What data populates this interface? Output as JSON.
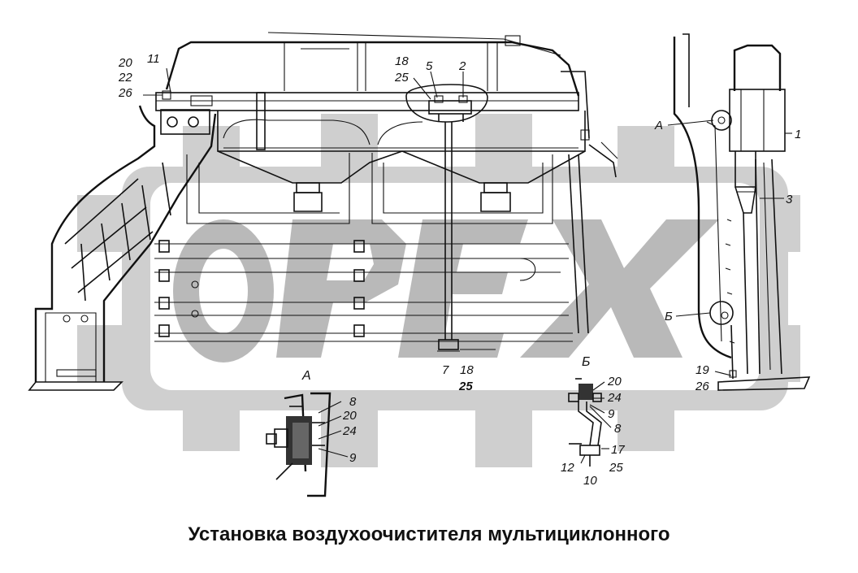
{
  "caption": "Установка воздухоочистителя мультициклонного",
  "watermark": "OPEX",
  "views": {
    "detail_a": "А",
    "detail_b": "Б"
  },
  "callouts": {
    "c20a": "20",
    "c22": "22",
    "c26a": "26",
    "c11": "11",
    "c18a": "18",
    "c25a": "25",
    "c5": "5",
    "c2": "2",
    "c1": "1",
    "c3": "3",
    "markA": "А",
    "markB": "Б",
    "c19": "19",
    "c26b": "26",
    "c7": "7",
    "c18b": "18",
    "c25b": "25",
    "a8": "8",
    "a20": "20",
    "a24": "24",
    "a9": "9",
    "b20": "20",
    "b24": "24",
    "b9": "9",
    "b8": "8",
    "b17": "17",
    "b12": "12",
    "b25": "25",
    "b10": "10"
  },
  "colors": {
    "line": "#111111",
    "watermark": "#cfcfcf",
    "background": "#ffffff"
  }
}
